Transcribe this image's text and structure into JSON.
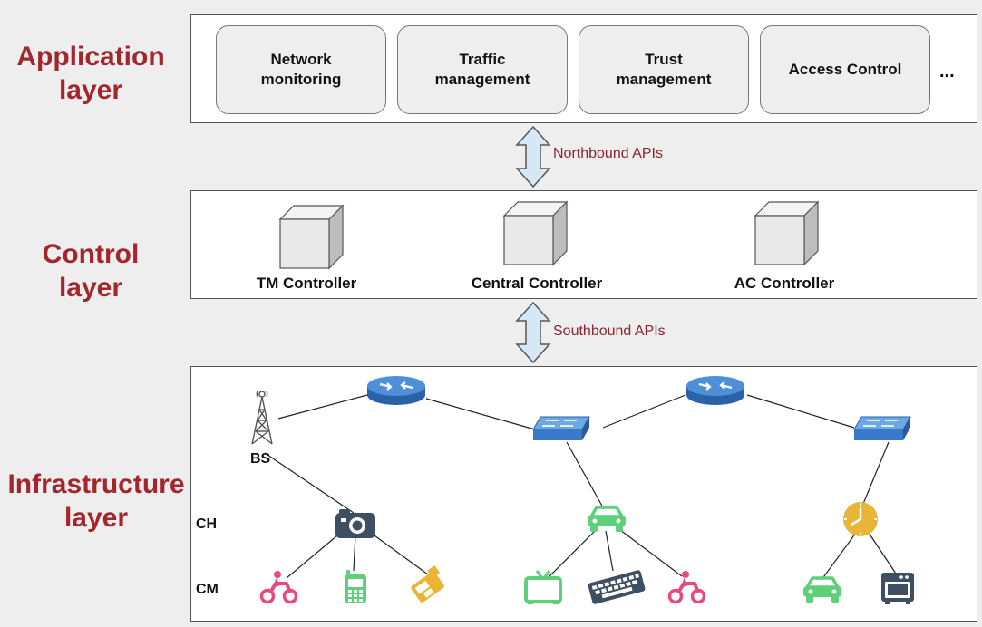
{
  "layers": {
    "application": "Application\nlayer",
    "control": "Control\nlayer",
    "infrastructure": "Infrastructure\nlayer"
  },
  "application_layer": {
    "apps": [
      "Network\nmonitoring",
      "Traffic\nmanagement",
      "Trust\nmanagement",
      "Access Control"
    ],
    "more": "..."
  },
  "apis": {
    "northbound": "Northbound APIs",
    "southbound": "Southbound APIs"
  },
  "control_layer": {
    "controllers": [
      "TM Controller",
      "Central Controller",
      "AC Controller"
    ]
  },
  "infrastructure_layer": {
    "base_station_label": "BS",
    "row_labels": {
      "cluster_head": "CH",
      "cluster_member": "CM"
    }
  },
  "colors": {
    "layer_title": "#a3262c",
    "api_label": "#8b2330",
    "router": "#3a78c8",
    "switch": "#5b9bd5",
    "pink_device": "#e84a7f",
    "green_device": "#5fd07a",
    "dark_device": "#3e4e63",
    "yellow_device": "#eab436"
  }
}
